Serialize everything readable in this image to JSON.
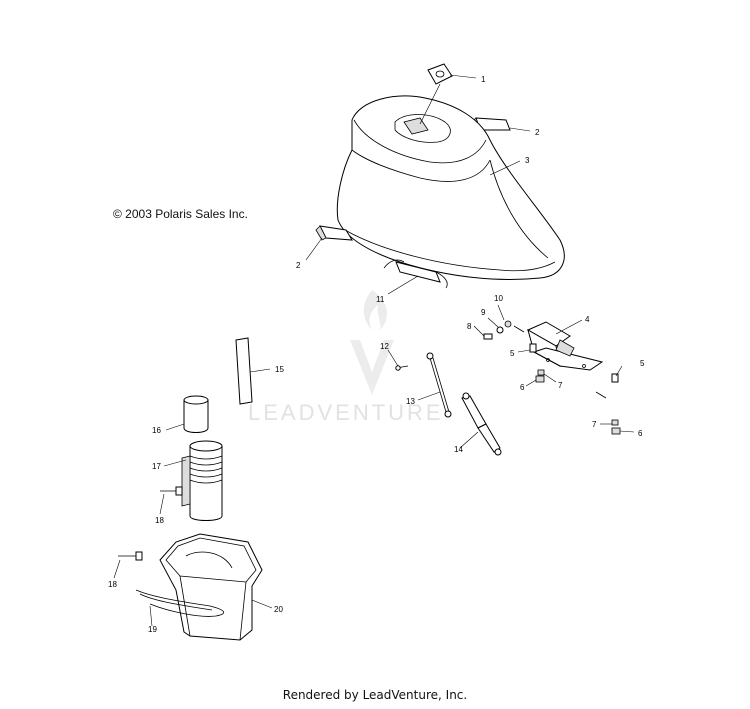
{
  "copyright": "© 2003 Polaris Sales Inc.",
  "footer": "Rendered by LeadVenture, Inc.",
  "watermark": "LEADVENTURE",
  "callouts": {
    "c1": "1",
    "c2a": "2",
    "c2b": "2",
    "c3": "3",
    "c4": "4",
    "c5a": "5",
    "c5b": "5",
    "c6a": "6",
    "c6b": "6",
    "c7a": "7",
    "c7b": "7",
    "c8": "8",
    "c9": "9",
    "c10": "10",
    "c11": "11",
    "c12": "12",
    "c13": "13",
    "c14": "14",
    "c15": "15",
    "c16": "16",
    "c17": "17",
    "c18a": "18",
    "c18b": "18",
    "c19": "19",
    "c20": "20"
  }
}
